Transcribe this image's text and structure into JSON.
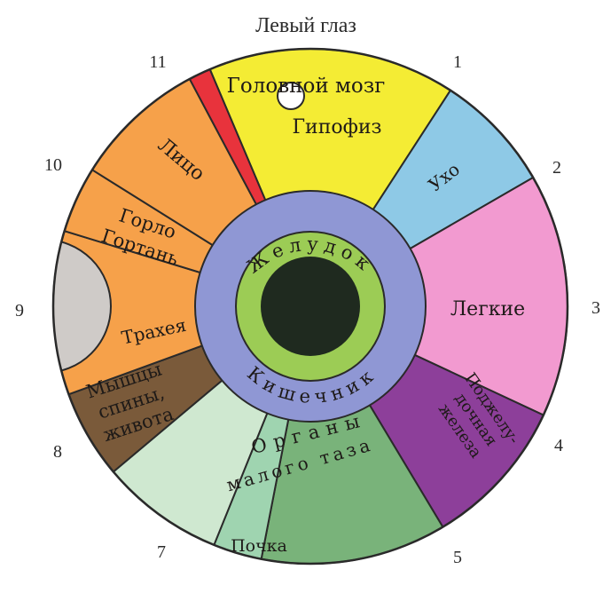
{
  "title": "Левый глаз",
  "numbers": [
    "1",
    "2",
    "3",
    "4",
    "5",
    "7",
    "8",
    "9",
    "10",
    "11"
  ],
  "sectors": [
    {
      "label": [
        "Головной мозг"
      ],
      "sub": "Гипофиз",
      "color": "#f4ec34"
    },
    {
      "label": [
        "Ухо"
      ],
      "color": "#8ec9e6"
    },
    {
      "label": [
        "Легкие"
      ],
      "color": "#f29ad0"
    },
    {
      "label": [
        "Поджелу-",
        "дочная",
        "железа"
      ],
      "color": "#8d3f9a"
    },
    {
      "label": [
        "Органы",
        "малого таза"
      ],
      "color": "#79b37a"
    },
    {
      "label": [
        "Почка"
      ],
      "color": "#9fd4b0"
    },
    {
      "label": [
        ""
      ],
      "color": "#cfe8d0"
    },
    {
      "label": [
        "Мышцы",
        "спины,",
        "живота"
      ],
      "color": "#7a5a3a"
    },
    {
      "label": [
        "Трахея"
      ],
      "color": "#f6a14a"
    },
    {
      "label": [
        "Горло",
        "Гортань"
      ],
      "color": "#f6a14a"
    },
    {
      "label": [
        "Лицо"
      ],
      "color": "#e8333c"
    }
  ],
  "inner": {
    "stomach": "Желудок",
    "intestine": "Кишечник",
    "ring_color": "#8f97d4",
    "stomach_color": "#9ccc55",
    "pupil_color": "#1f2a1f"
  },
  "gray_region_color": "#cfcbc8"
}
